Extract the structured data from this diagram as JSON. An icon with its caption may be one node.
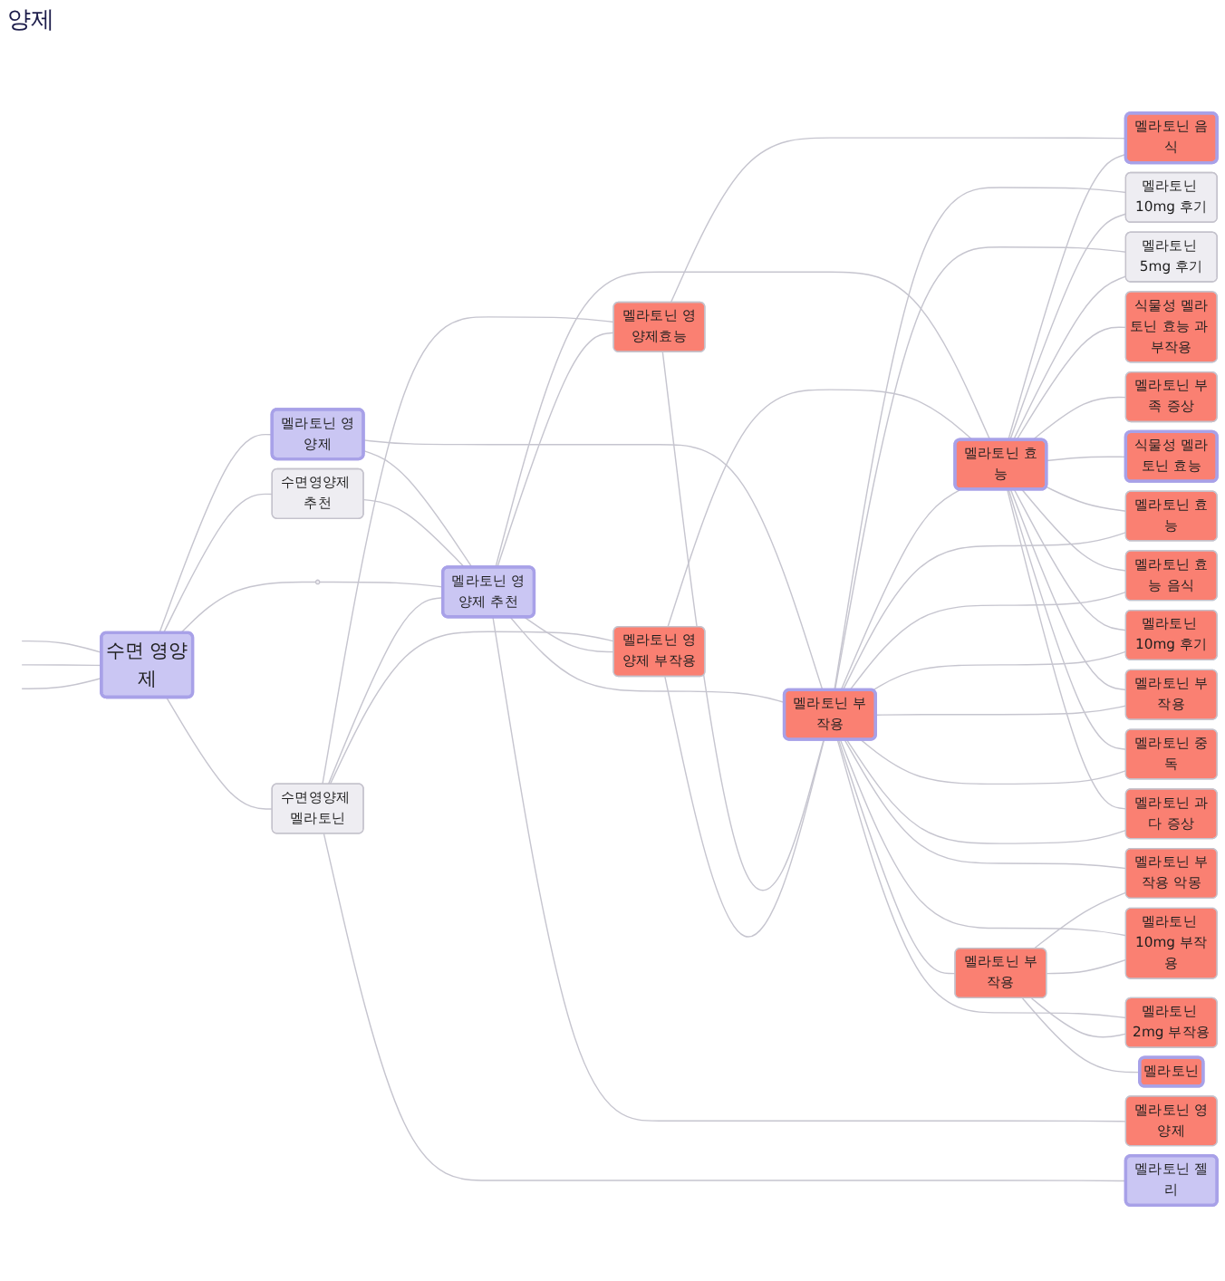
{
  "diagram": {
    "nodes": [
      {
        "text": [
          "수면 영양제"
        ]
      },
      {
        "text": [
          "멜라토닌 영양제"
        ]
      },
      {
        "text": [
          "수면영양제 추천"
        ]
      },
      {
        "text": [],
        "shape": "circle"
      },
      {
        "text": [
          "수면영양제 멜라토닌"
        ]
      },
      {
        "text": [
          "멜라토닌 영양제 추천"
        ]
      },
      {
        "text": [
          "멜라토닌 영양제효능"
        ]
      },
      {
        "text": [
          "멜라토닌 영양제 부작용"
        ]
      },
      {
        "text": [
          "멜라토닌 부작용"
        ]
      },
      {
        "text": [
          "멜라토닌 효능"
        ]
      },
      {
        "text": [
          "멜라토닌 음식"
        ]
      },
      {
        "text": [
          "멜라토닌 10mg 후기"
        ]
      },
      {
        "text": [
          "멜라토닌 5mg 후기"
        ]
      },
      {
        "text": [
          "식물성 멜라토닌 효능 과 부작용"
        ]
      },
      {
        "text": [
          "멜라토닌 부족 증상"
        ]
      },
      {
        "text": [
          "식물성 멜라토닌 효능"
        ]
      },
      {
        "text": [
          "멜라토닌 효능"
        ]
      },
      {
        "text": [
          "멜라토닌 효능 음식"
        ]
      },
      {
        "text": [
          "멜라토닌 10mg 후기"
        ]
      },
      {
        "text": [
          "멜라토닌 부작용"
        ]
      },
      {
        "text": [
          "멜라토닌 부작용"
        ]
      },
      {
        "text": [
          "멜라토닌 중독"
        ]
      },
      {
        "text": [
          "멜라토닌 과다 증상"
        ]
      },
      {
        "text": [
          "멜라토닌 부작용 악몽"
        ]
      },
      {
        "text": [
          "멜라토닌 10mg 부작용"
        ]
      },
      {
        "text": [
          "멜라토닌 2mg 부작용"
        ]
      },
      {
        "text": [
          "멜라토닌 젤리"
        ]
      },
      {
        "text": [
          "멜라토닌 영양제"
        ]
      },
      {
        "text": [
          "멜라토닌"
        ]
      }
    ],
    "edges": [
      {
        "from": null,
        "to": 0,
        "arrow": "none"
      },
      {
        "from": null,
        "to": 0,
        "arrow": "none"
      },
      {
        "from": null,
        "to": 0,
        "arrow": "none"
      },
      {
        "from": 0,
        "to": 1,
        "arrow": "none"
      },
      {
        "from": 0,
        "to": 2,
        "arrow": "none"
      },
      {
        "from": 0,
        "to": 3,
        "arrow": "none"
      },
      {
        "from": 0,
        "to": 4,
        "arrow": "none"
      },
      {
        "from": 1,
        "to": 5,
        "arrow": "none"
      },
      {
        "from": 1,
        "to": 8,
        "arrow": "none"
      },
      {
        "from": 2,
        "to": 5,
        "arrow": "none"
      },
      {
        "from": 3,
        "to": 5,
        "arrow": "none"
      },
      {
        "from": 4,
        "to": 5,
        "arrow": "none"
      },
      {
        "from": 4,
        "to": 6,
        "arrow": "none"
      },
      {
        "from": 4,
        "to": 7,
        "arrow": "none"
      },
      {
        "from": 4,
        "to": 26,
        "arrow": "none"
      },
      {
        "from": 5,
        "to": 6,
        "arrow": "none"
      },
      {
        "from": 5,
        "to": 7,
        "arrow": "none"
      },
      {
        "from": 5,
        "to": 8,
        "arrow": "none"
      },
      {
        "from": 5,
        "to": 9,
        "arrow": "none"
      },
      {
        "from": 5,
        "to": 27,
        "arrow": "none"
      },
      {
        "from": 6,
        "to": 8,
        "arrow": "none"
      },
      {
        "from": 6,
        "to": 10,
        "arrow": "none"
      },
      {
        "from": 7,
        "to": 8,
        "arrow": "none"
      },
      {
        "from": 7,
        "to": 9,
        "arrow": "none"
      },
      {
        "from": 8,
        "to": 9,
        "arrow": "none"
      },
      {
        "from": 8,
        "to": 11,
        "arrow": "none"
      },
      {
        "from": 8,
        "to": 12,
        "arrow": "none"
      },
      {
        "from": 8,
        "to": 19,
        "arrow": "none"
      },
      {
        "from": 9,
        "to": 10,
        "arrow": "none"
      },
      {
        "from": 9,
        "to": 11,
        "arrow": "none"
      },
      {
        "from": 9,
        "to": 12,
        "arrow": "none"
      },
      {
        "from": 9,
        "to": 13,
        "arrow": "none"
      },
      {
        "from": 9,
        "to": 14,
        "arrow": "none"
      },
      {
        "from": 9,
        "to": 15,
        "arrow": "none"
      },
      {
        "from": 9,
        "to": 16,
        "arrow": "none"
      },
      {
        "from": 9,
        "to": 17,
        "arrow": "none"
      },
      {
        "from": 9,
        "to": 18,
        "arrow": "none"
      },
      {
        "from": 9,
        "to": 20,
        "arrow": "none"
      },
      {
        "from": 9,
        "to": 21,
        "arrow": "none"
      },
      {
        "from": 9,
        "to": 22,
        "arrow": "none"
      },
      {
        "from": 8,
        "to": 16,
        "arrow": "none"
      },
      {
        "from": 8,
        "to": 17,
        "arrow": "none"
      },
      {
        "from": 8,
        "to": 18,
        "arrow": "none"
      },
      {
        "from": 8,
        "to": 20,
        "arrow": "none"
      },
      {
        "from": 8,
        "to": 21,
        "arrow": "none"
      },
      {
        "from": 8,
        "to": 22,
        "arrow": "none"
      },
      {
        "from": 8,
        "to": 23,
        "arrow": "none"
      },
      {
        "from": 8,
        "to": 24,
        "arrow": "none"
      },
      {
        "from": 8,
        "to": 25,
        "arrow": "none"
      },
      {
        "from": 19,
        "to": 23,
        "arrow": "none"
      },
      {
        "from": 19,
        "to": 24,
        "arrow": "none"
      },
      {
        "from": 19,
        "to": 25,
        "arrow": "none"
      },
      {
        "from": 19,
        "to": 28,
        "arrow": "none"
      }
    ],
    "labels": [
      "양제"
    ]
  }
}
